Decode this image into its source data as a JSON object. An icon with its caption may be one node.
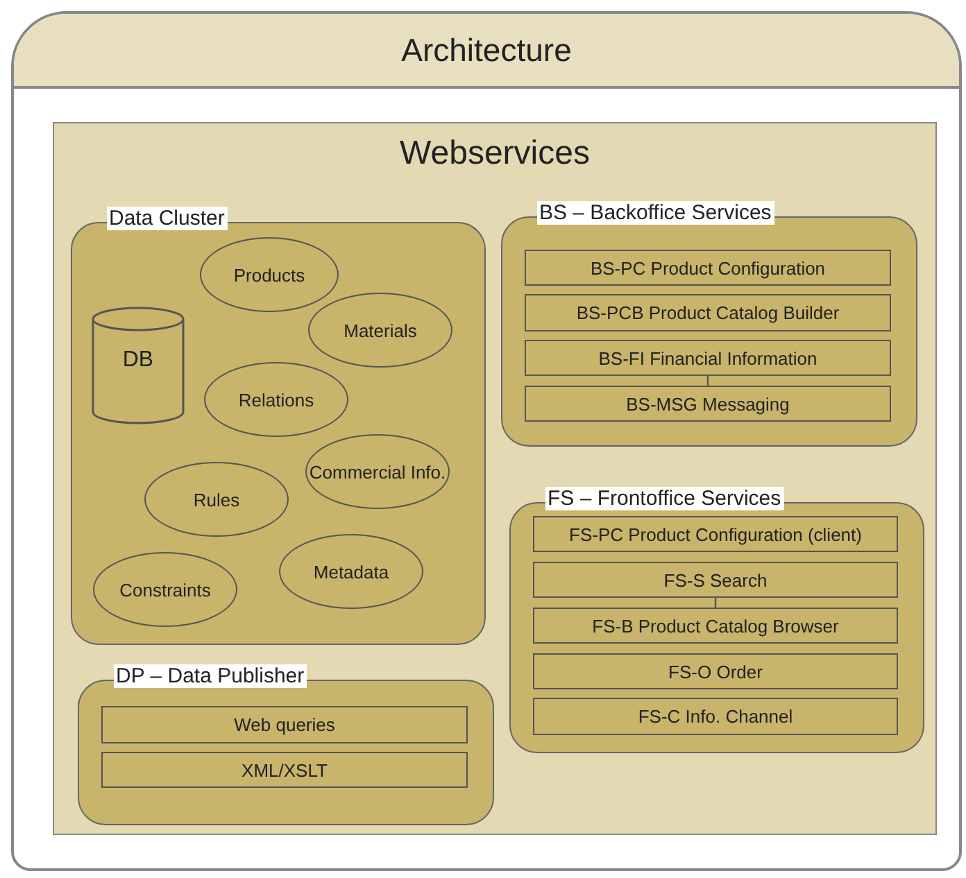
{
  "diagram": {
    "nodes": [
      {
        "text": [
          "Architecture"
        ]
      },
      {
        "text": [
          "Webservices"
        ],
        "in": 0
      },
      {
        "text": [
          "Data Cluster"
        ],
        "in": 1
      },
      {
        "text": [
          "DB"
        ],
        "in": 2
      },
      {
        "text": [
          "Products"
        ],
        "in": 2
      },
      {
        "text": [
          "Materials"
        ],
        "in": 2
      },
      {
        "text": [
          "Relations"
        ],
        "in": 2
      },
      {
        "text": [
          "Commercial Info."
        ],
        "in": 2
      },
      {
        "text": [
          "Rules"
        ],
        "in": 2
      },
      {
        "text": [
          "Metadata"
        ],
        "in": 2
      },
      {
        "text": [
          "Constraints"
        ],
        "in": 2
      },
      {
        "text": [
          "BS – Backoffice Services"
        ],
        "in": 1
      },
      {
        "text": [
          "BS-PC Product Configuration"
        ],
        "in": 11
      },
      {
        "text": [
          "BS-PCB Product Catalog Builder"
        ],
        "in": 11
      },
      {
        "text": [
          "BS-FI Financial Information"
        ],
        "in": 11
      },
      {
        "text": [
          "BS-MSG Messaging"
        ],
        "in": 11
      },
      {
        "text": [
          "FS – Frontoffice Services"
        ],
        "in": 1
      },
      {
        "text": [
          "FS-PC Product Configuration (client)"
        ],
        "in": 16
      },
      {
        "text": [
          "FS-S Search"
        ],
        "in": 16
      },
      {
        "text": [
          "FS-B Product Catalog Browser"
        ],
        "in": 16
      },
      {
        "text": [
          "FS-O Order"
        ],
        "in": 16
      },
      {
        "text": [
          "FS-C Info. Channel"
        ],
        "in": 16
      },
      {
        "text": [
          "DP – Data Publisher"
        ],
        "in": 1
      },
      {
        "text": [
          "Web queries"
        ],
        "in": 22
      },
      {
        "text": [
          "XML/XSLT"
        ],
        "in": 22
      }
    ],
    "edges": [
      {
        "from": 14,
        "to": 15,
        "arrow": "none"
      },
      {
        "from": 18,
        "to": 19,
        "arrow": "none"
      }
    ]
  }
}
